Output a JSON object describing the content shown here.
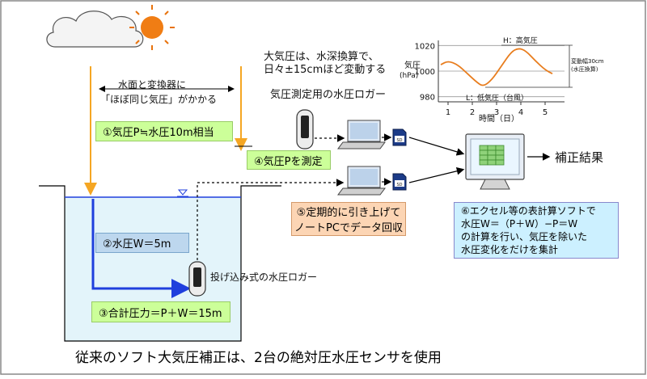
{
  "atmosphere": {
    "text_line1": "大気圧は、水深換算で、",
    "text_line2": "日々±15cmほど変動する",
    "surface_note_line1": "水面と変換器に",
    "surface_note_line2": "「ほぼ同じ気圧」がかかる"
  },
  "labels": {
    "step1": "①気圧P≒水圧10m相当",
    "step2": "②水圧W＝5m",
    "step3": "③合計圧力＝P＋W＝15m",
    "step4": "④気圧Pを測定",
    "step5_line1": "⑤定期的に引き上げて",
    "step5_line2": "ノートPCでデータ回収",
    "step6_lines": [
      "⑥エクセル等の表計算ソフトで",
      "水圧W＝（P＋W）−P＝W",
      "の計算を行い、気圧を除いた",
      "水圧変化をだけを集計"
    ],
    "air_logger": "気圧測定用の水圧ロガー",
    "submerged_logger": "投げ込み式の水圧ロガー",
    "result": "補正結果",
    "sd": "SD"
  },
  "caption": "従来のソフト大気圧補正は、2台の絶対圧水圧センサを使用",
  "colors": {
    "arrow_orange": "#f5a623",
    "water_blue": "#1f3fdd",
    "water_fill": "#e3f4fa",
    "curve_orange": "#e87d1e"
  },
  "chart_data": {
    "type": "line",
    "ylabel_line1": "気圧",
    "ylabel_line2": "(hPa)",
    "xlabel": "時間（日）",
    "xlim": [
      0.6,
      5.8
    ],
    "ylim": [
      976,
      1024
    ],
    "x_ticks": [
      1,
      2,
      3,
      4,
      5
    ],
    "y_ticks": [
      980,
      1000,
      1020
    ],
    "grid": "horizontal",
    "series": [
      {
        "x": [
          0.7,
          1.0,
          1.4,
          1.8,
          2.2,
          2.45,
          2.8,
          3.2,
          3.6,
          3.9,
          4.2,
          4.6,
          5.0,
          5.3
        ],
        "y": [
          1005,
          1008,
          1005,
          998,
          991,
          988,
          993,
          1004,
          1015,
          1018,
          1016,
          1008,
          1001,
          998
        ]
      }
    ],
    "annotations": {
      "high": "H：高気圧",
      "low": "L：低気圧（台風）",
      "range_line1": "変動幅30cm",
      "range_line2": "(水圧換算)"
    }
  }
}
